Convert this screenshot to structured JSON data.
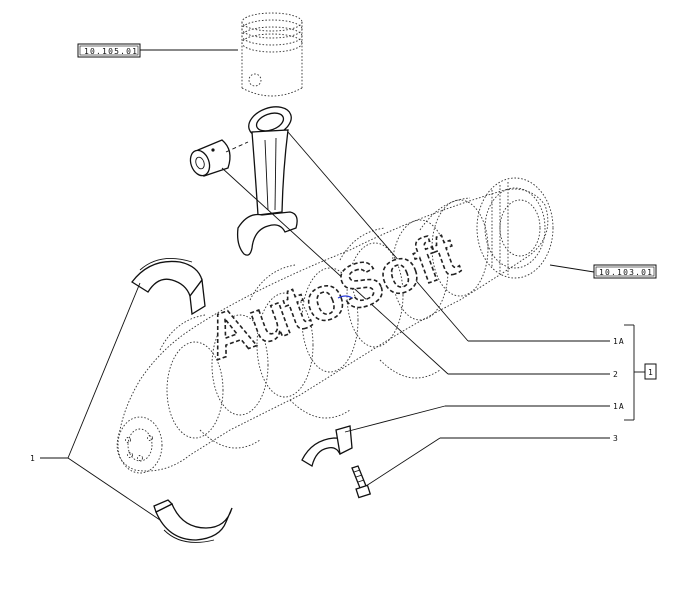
{
  "refs": {
    "piston_ref": "10.105.01",
    "flywheel_ref": "10.103.01"
  },
  "callouts": {
    "main_bearing": "1",
    "conrod_bearing_a": "1A",
    "conrod": "2",
    "conrod_cap_shell": "1A",
    "conrod_bolt": "3",
    "group_box": "1"
  },
  "watermark": "AutoSoft"
}
